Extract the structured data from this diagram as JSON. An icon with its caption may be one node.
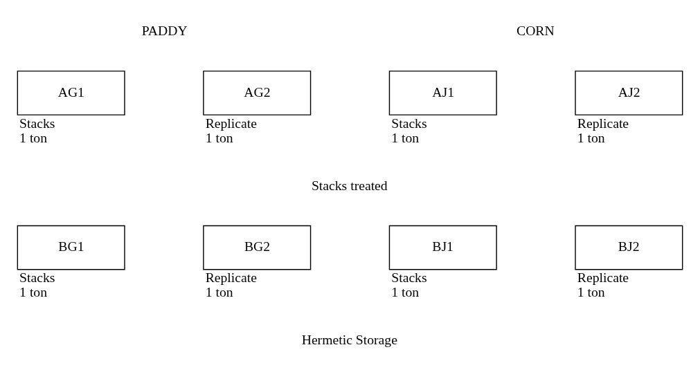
{
  "diagram": {
    "nodes": [
      {
        "text": [
          "AG1"
        ],
        "beside": [
          "Stacks 1 ton"
        ]
      },
      {
        "text": [
          "AG2"
        ],
        "beside": [
          "Replicate 1 ton"
        ]
      },
      {
        "text": [
          "AJ1"
        ],
        "beside": [
          "Stacks 1 ton"
        ]
      },
      {
        "text": [
          "AJ2"
        ],
        "beside": [
          "Replicate 1 ton"
        ]
      },
      {
        "text": [
          "BG1"
        ],
        "beside": [
          "Stacks 1 ton"
        ]
      },
      {
        "text": [
          "BG2"
        ],
        "beside": [
          "Replicate 1 ton"
        ]
      },
      {
        "text": [
          "BJ1"
        ],
        "beside": [
          "Stacks 1 ton"
        ]
      },
      {
        "text": [
          "BJ2"
        ],
        "beside": [
          "Replicate 1 ton"
        ]
      }
    ],
    "edges": [],
    "labels": [
      "PADDY",
      "CORN",
      "Stacks treated",
      "Hermetic Storage"
    ]
  }
}
